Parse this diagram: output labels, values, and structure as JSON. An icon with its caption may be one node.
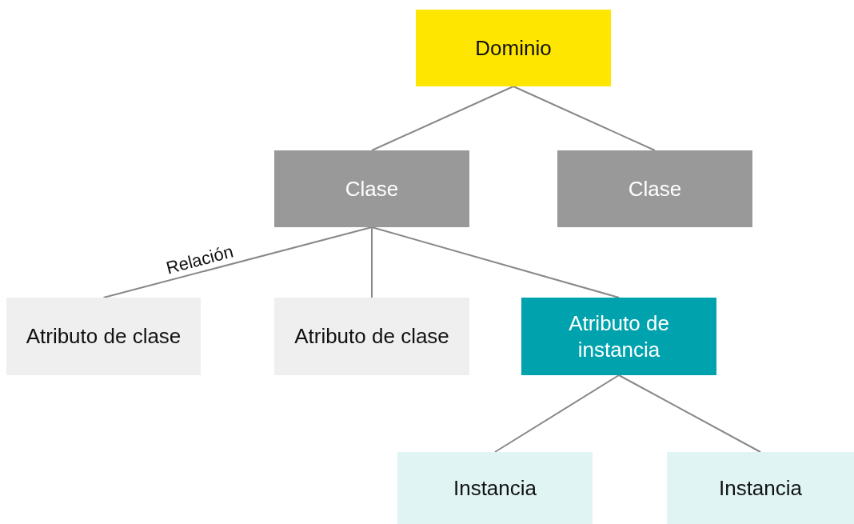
{
  "diagram": {
    "nodes": [
      {
        "text": [
          "Dominio"
        ]
      },
      {
        "text": [
          "Clase"
        ]
      },
      {
        "text": [
          "Clase"
        ]
      },
      {
        "text": [
          "Atributo de clase"
        ]
      },
      {
        "text": [
          "Atributo de clase"
        ]
      },
      {
        "text": [
          "Atributo de instancia"
        ]
      },
      {
        "text": [
          "Instancia"
        ]
      },
      {
        "text": [
          "Instancia"
        ]
      }
    ],
    "edges": [
      {
        "from": 0,
        "to": 1,
        "arrow": "none"
      },
      {
        "from": 0,
        "to": 2,
        "arrow": "none"
      },
      {
        "from": 1,
        "to": 3,
        "arrow": "none",
        "label": "Relación"
      },
      {
        "from": 1,
        "to": 4,
        "arrow": "none"
      },
      {
        "from": 1,
        "to": 5,
        "arrow": "none"
      },
      {
        "from": 5,
        "to": 6,
        "arrow": "none"
      },
      {
        "from": 5,
        "to": 7,
        "arrow": "none"
      }
    ]
  }
}
